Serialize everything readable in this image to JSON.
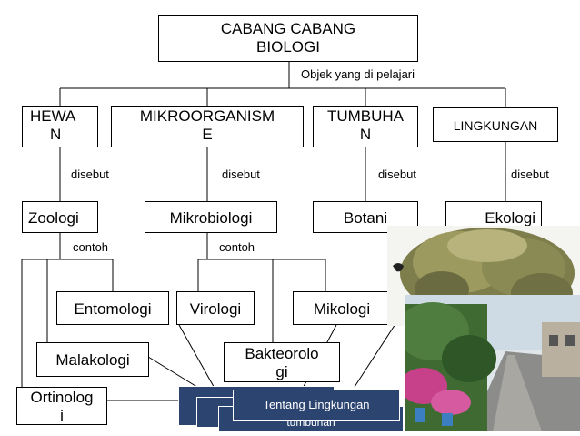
{
  "title": {
    "line1": "CABANG CABANG",
    "line2": "BIOLOGI"
  },
  "edge_label": "Objek yang di pelajari",
  "categories": [
    {
      "line1": "HEWA",
      "line2": "N"
    },
    {
      "line1": "MIKROORGANISM",
      "line2": "E"
    },
    {
      "line1": "TUMBUHA",
      "line2": "N"
    },
    {
      "line1": "LINGKUNGAN"
    }
  ],
  "relation_label": "disebut",
  "sciences": [
    "Zoologi",
    "Mikrobiologi",
    "Botani",
    "Ekologi"
  ],
  "example_label": "contoh",
  "subfields": {
    "entomologi": "Entomologi",
    "virologi": "Virologi",
    "mikologi": "Mikologi",
    "malakologi": "Malakologi",
    "bakteriologi": {
      "line1": "Bakteorolo",
      "line2": "gi"
    },
    "ortinologi": {
      "line1": "Ortinolog",
      "line2": "i"
    }
  },
  "overlays": {
    "tentang_lingkungan": "Tentang Lingkungan",
    "tumbuhan": "tumbuhan"
  },
  "colors": {
    "overlay": "#2c4470",
    "lines": "#000000"
  }
}
